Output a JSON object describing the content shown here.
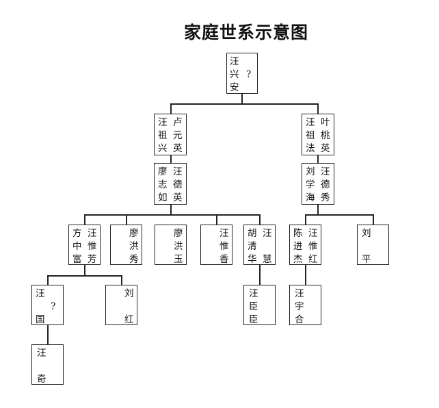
{
  "title": "家庭世系示意图",
  "nodes": {
    "root": {
      "left": [
        "汪",
        "兴",
        "安"
      ],
      "right": [
        "",
        "?",
        ""
      ]
    },
    "g1_left_a": {
      "left": [
        "汪",
        "祖",
        "兴"
      ],
      "right": [
        "卢",
        "元",
        "英"
      ]
    },
    "g1_left_b": {
      "left": [
        "廖",
        "志",
        "如"
      ],
      "right": [
        "汪",
        "德",
        "英"
      ]
    },
    "g1_right_a": {
      "left": [
        "汪",
        "祖",
        "法"
      ],
      "right": [
        "叶",
        "桃",
        "英"
      ]
    },
    "g1_right_b": {
      "left": [
        "刘",
        "学",
        "海"
      ],
      "right": [
        "汪",
        "德",
        "秀"
      ]
    },
    "g2_1": {
      "left": [
        "方",
        "中",
        "富"
      ],
      "right": [
        "汪",
        "惟",
        "芳"
      ]
    },
    "g2_2": {
      "left": [
        "",
        "",
        ""
      ],
      "right": [
        "廖",
        "洪",
        "秀"
      ]
    },
    "g2_3": {
      "left": [
        "",
        "",
        ""
      ],
      "right": [
        "廖",
        "洪",
        "玉"
      ]
    },
    "g2_4": {
      "left": [
        "",
        "",
        ""
      ],
      "right": [
        "汪",
        "惟",
        "香"
      ]
    },
    "g2_5": {
      "left": [
        "胡",
        "清",
        "华"
      ],
      "right": [
        "汪",
        "",
        "慧"
      ]
    },
    "g2_6": {
      "left": [
        "陈",
        "进",
        "杰"
      ],
      "right": [
        "汪",
        "惟",
        "红"
      ]
    },
    "g2_7": {
      "left": [
        "刘",
        "",
        "平"
      ],
      "right": [
        "",
        "",
        ""
      ]
    },
    "g3_1": {
      "left": [
        "汪",
        "",
        "国"
      ],
      "right": [
        "",
        "?",
        ""
      ]
    },
    "g3_2": {
      "left": [
        "",
        "",
        ""
      ],
      "right": [
        "刘",
        "",
        "红"
      ]
    },
    "g3_3": {
      "left": [
        "汪",
        "臣",
        "臣"
      ],
      "right": [
        "",
        "",
        ""
      ]
    },
    "g3_4": {
      "left": [
        "汪",
        "宇",
        "合"
      ],
      "right": [
        "",
        "",
        ""
      ]
    },
    "g4_1": {
      "left": [
        "汪",
        "",
        "奇"
      ],
      "right": [
        "",
        "",
        ""
      ]
    }
  }
}
